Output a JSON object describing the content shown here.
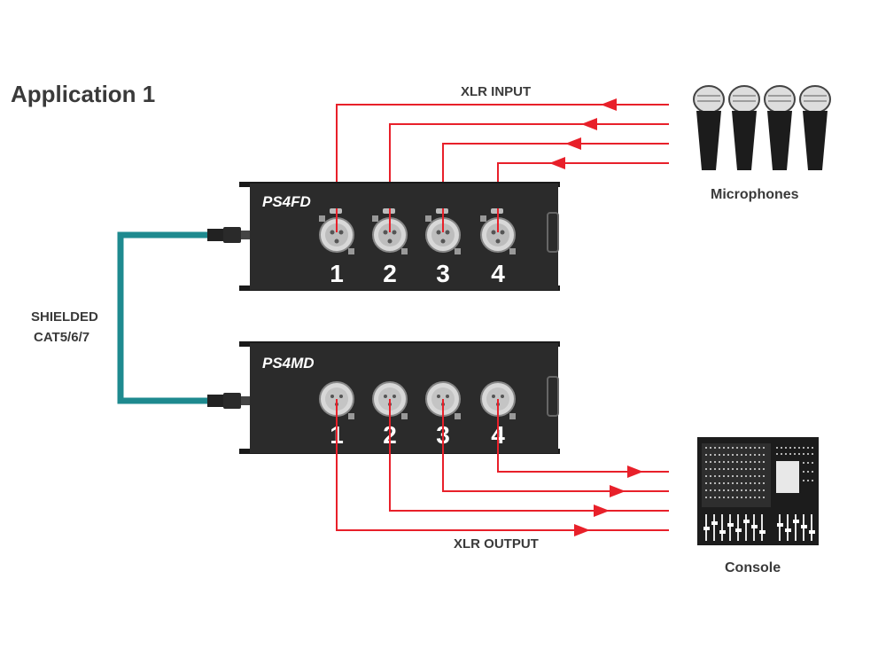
{
  "title": "Application 1",
  "xlr_input_label": "XLR INPUT",
  "xlr_output_label": "XLR OUTPUT",
  "microphones_label": "Microphones",
  "console_label": "Console",
  "cable_label_line1": "SHIELDED",
  "cable_label_line2": "CAT5/6/7",
  "top_box": {
    "model": "PS4FD",
    "ports": [
      "1",
      "2",
      "3",
      "4"
    ]
  },
  "bottom_box": {
    "model": "PS4MD",
    "ports": [
      "1",
      "2",
      "3",
      "4"
    ]
  },
  "colors": {
    "signal": "#e8202a",
    "cable": "#1e8a8f",
    "box": "#2b2b2b",
    "text": "#3a3a3a"
  },
  "icons": {
    "microphone": "microphone-icon",
    "console": "mixing-console-icon"
  }
}
